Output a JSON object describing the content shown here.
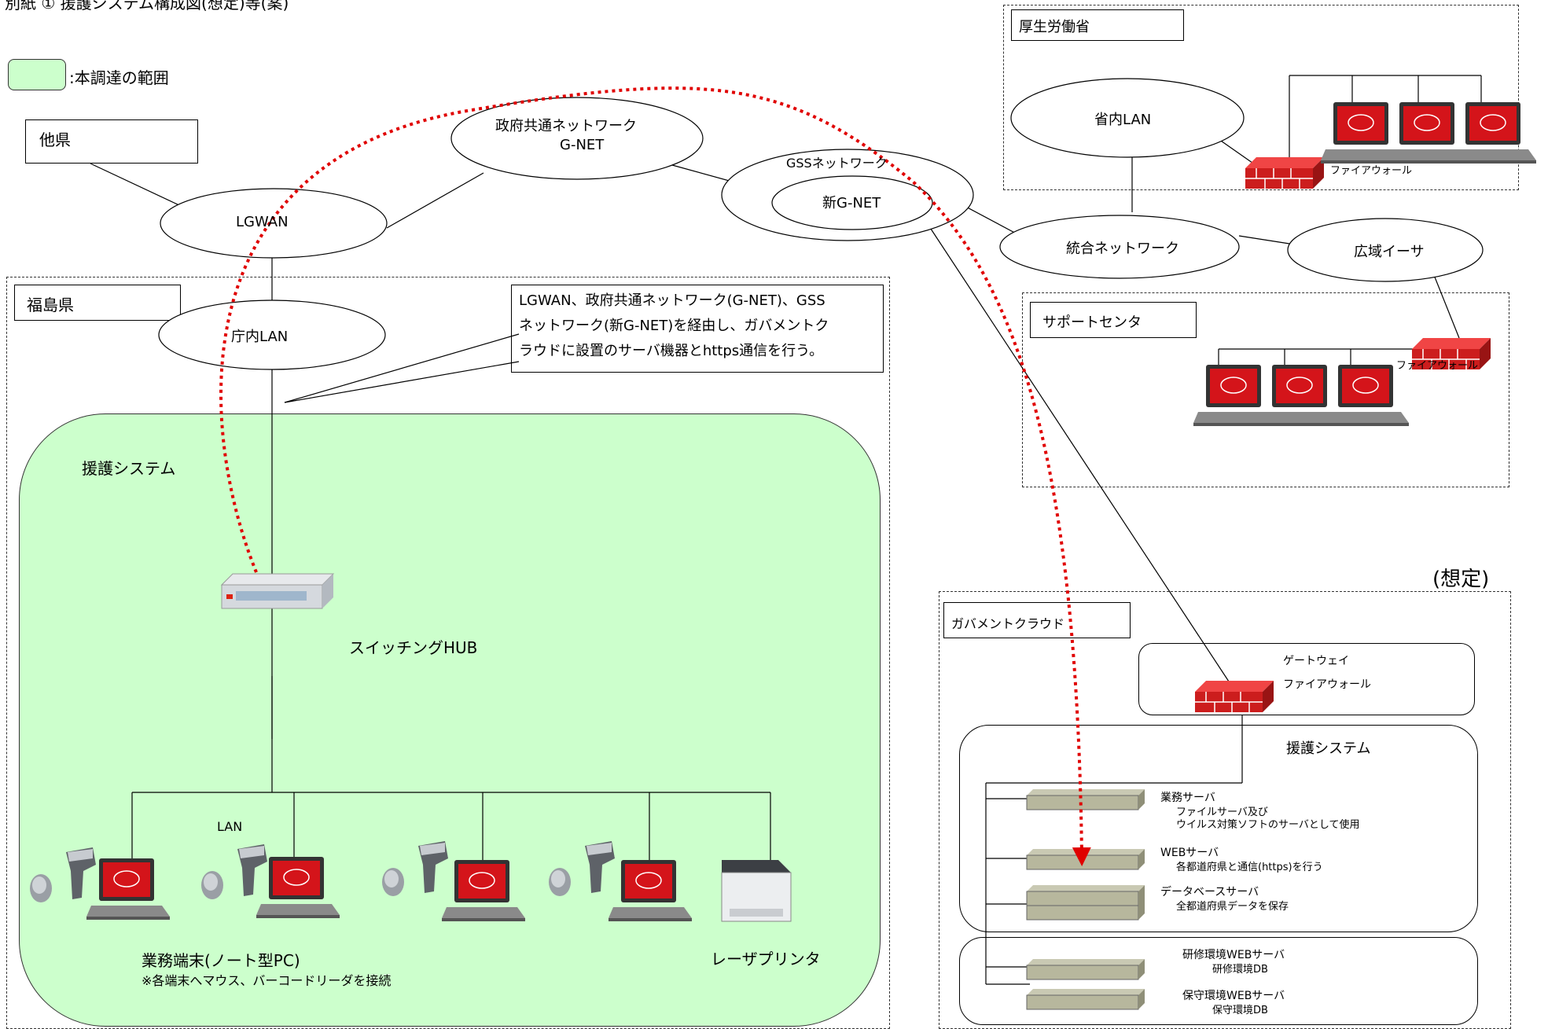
{
  "title_cut": "別紙 ① 援護システム構成図(想定)等(案)",
  "legend": {
    "text": ":本調達の範囲",
    "color": "#ccffcc"
  },
  "nodes": {
    "takken": "他県",
    "lgwan": "LGWAN",
    "gov_net": [
      "政府共通ネットワーク",
      "G-NET"
    ],
    "gss_net": "GSSネットワーク",
    "new_gnet": "新G-NET",
    "mhlw": "厚生労働省",
    "shonai_lan": "省内LAN",
    "firewall": "ファイアウォール",
    "togo_net": "統合ネットワーク",
    "koiki": "広域イーサ",
    "support": "サポートセンタ",
    "fukushima": "福島県",
    "chonai_lan": "庁内LAN",
    "callout": [
      "LGWAN、政府共通ネットワーク(G-NET)、GSS",
      "ネットワーク(新G-NET)を経由し、ガバメントク",
      "ラウドに設置のサーバ機器とhttps通信を行う。"
    ],
    "engo_system": "援護システム",
    "switch_hub": "スイッチングHUB",
    "lan": "LAN",
    "terminal": "業務端末(ノート型PC)",
    "terminal_note": "※各端末へマウス、バーコードリーダを接続",
    "printer": "レーザプリンタ",
    "soutei": "(想定)",
    "gov_cloud": "ガバメントクラウド",
    "gateway": "ゲートウェイ",
    "gateway_fw": "ファイアウォール",
    "cloud_engo": "援護システム",
    "servers": [
      {
        "name": "業務サーバ",
        "desc1": "ファイルサーバ及び",
        "desc2": "ウイルス対策ソフトのサーバとして使用"
      },
      {
        "name": "WEBサーバ",
        "desc1": "各都道府県と通信(https)を行う",
        "desc2": ""
      },
      {
        "name": "データベースサーバ",
        "desc1": "全都道府県データを保存",
        "desc2": ""
      },
      {
        "name": "研修環境WEBサーバ",
        "desc1": "研修環境DB",
        "desc2": ""
      },
      {
        "name": "保守環境WEBサーバ",
        "desc1": "保守環境DB",
        "desc2": ""
      }
    ]
  }
}
